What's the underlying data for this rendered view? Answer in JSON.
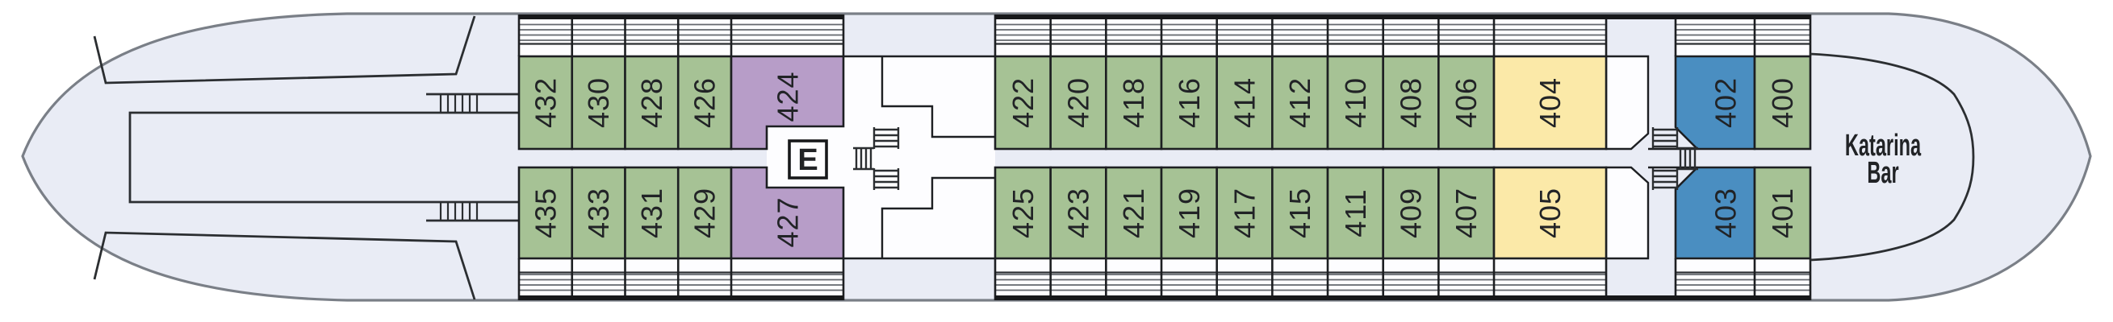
{
  "deck_plan": {
    "venue_label_lines": [
      "Katarina",
      "Bar"
    ],
    "elevator_label": "E",
    "colors": {
      "deck_fill": "#e9ecf5",
      "hull_outline": "#7a7f87",
      "structure_line": "#2b2e31",
      "cabin_outline": "#1d1f22",
      "cabin_number": "#212326",
      "white_area": "#fdfdff",
      "hatch_line": "#63676d",
      "deck_band": "#17181a",
      "cabin_green": "#a6c295",
      "cabin_purple": "#b79dc8",
      "cabin_yellow": "#fbe9a8",
      "cabin_blue": "#4a8ec1"
    },
    "regions": {
      "aft_top": [
        {
          "number": "432",
          "color": "green"
        },
        {
          "number": "430",
          "color": "green"
        },
        {
          "number": "428",
          "color": "green"
        },
        {
          "number": "426",
          "color": "green"
        },
        {
          "number": "424",
          "color": "purple"
        }
      ],
      "aft_bottom": [
        {
          "number": "435",
          "color": "green"
        },
        {
          "number": "433",
          "color": "green"
        },
        {
          "number": "431",
          "color": "green"
        },
        {
          "number": "429",
          "color": "green"
        },
        {
          "number": "427",
          "color": "purple"
        }
      ],
      "mid_top": [
        {
          "number": "422",
          "color": "green"
        },
        {
          "number": "420",
          "color": "green"
        },
        {
          "number": "418",
          "color": "green"
        },
        {
          "number": "416",
          "color": "green"
        },
        {
          "number": "414",
          "color": "green"
        },
        {
          "number": "412",
          "color": "green"
        },
        {
          "number": "410",
          "color": "green"
        },
        {
          "number": "408",
          "color": "green"
        },
        {
          "number": "406",
          "color": "green"
        },
        {
          "number": "404",
          "color": "yellow"
        }
      ],
      "mid_bottom": [
        {
          "number": "425",
          "color": "green"
        },
        {
          "number": "423",
          "color": "green"
        },
        {
          "number": "421",
          "color": "green"
        },
        {
          "number": "419",
          "color": "green"
        },
        {
          "number": "417",
          "color": "green"
        },
        {
          "number": "415",
          "color": "green"
        },
        {
          "number": "411",
          "color": "green"
        },
        {
          "number": "409",
          "color": "green"
        },
        {
          "number": "407",
          "color": "green"
        },
        {
          "number": "405",
          "color": "yellow"
        }
      ],
      "fwd_top": [
        {
          "number": "402",
          "color": "blue"
        },
        {
          "number": "400",
          "color": "green"
        }
      ],
      "fwd_bottom": [
        {
          "number": "403",
          "color": "blue"
        },
        {
          "number": "401",
          "color": "green"
        }
      ]
    }
  }
}
